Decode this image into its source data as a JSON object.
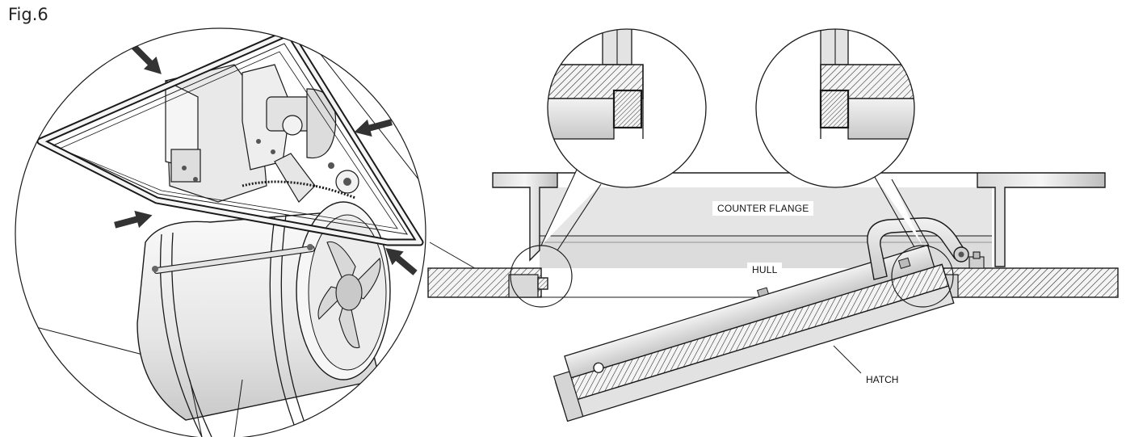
{
  "figure": {
    "label": "Fig.6"
  },
  "labels": {
    "counter_flange": "COUNTER FLANGE",
    "hull": "HULL",
    "hatch": "HATCH"
  },
  "colors": {
    "line": "#1a1a1a",
    "fill_light": "#ececec",
    "fill_mid": "#d2d2d2",
    "fill_dark": "#9a9a9a",
    "arrow": "#333333"
  }
}
